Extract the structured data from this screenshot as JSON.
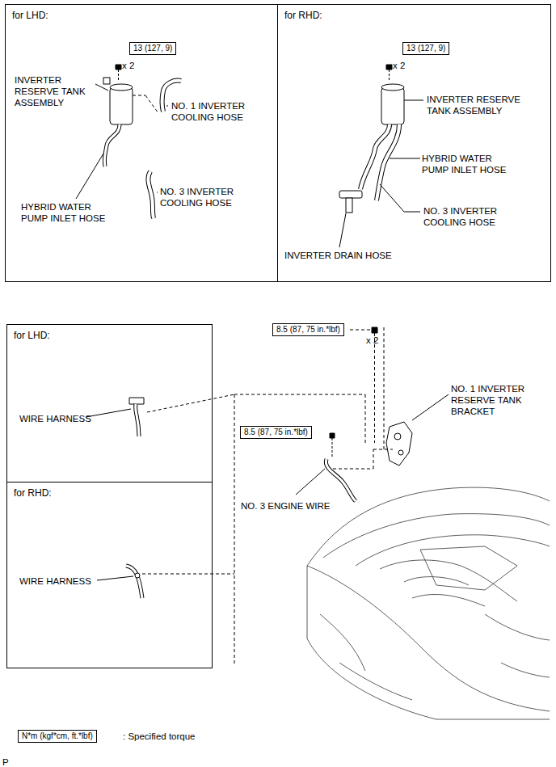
{
  "diagram": {
    "nodes": [
      {
        "text": [
          "for LHD:"
        ]
      },
      {
        "text": [
          "13 (127, 9)"
        ],
        "in": 0
      },
      {
        "text": [
          "for RHD:"
        ]
      },
      {
        "text": [
          "13 (127, 9)"
        ],
        "in": 2
      },
      {
        "text": [
          "for LHD:"
        ]
      },
      {
        "text": [
          "for RHD:"
        ]
      },
      {
        "text": [
          "8.5 (87, 75 in.*lbf)"
        ]
      },
      {
        "text": [
          "8.5 (87, 75 in.*lbf)"
        ]
      },
      {
        "text": [
          "N*m (kgf*cm, ft.*lbf)"
        ]
      }
    ],
    "labels": [
      "x 2",
      "INVERTER RESERVE TANK ASSEMBLY",
      "NO. 1 INVERTER COOLING HOSE",
      "HYBRID WATER PUMP INLET HOSE",
      "NO. 3 INVERTER COOLING HOSE",
      "x 2",
      "INVERTER RESERVE TANK ASSEMBLY",
      "HYBRID WATER PUMP INLET HOSE",
      "NO. 3 INVERTER COOLING HOSE",
      "INVERTER DRAIN HOSE",
      "WIRE HARNESS",
      "WIRE HARNESS",
      "x 2",
      "NO. 1 INVERTER RESERVE TANK BRACKET",
      "NO. 3 ENGINE WIRE",
      ": Specified torque",
      "P"
    ]
  }
}
